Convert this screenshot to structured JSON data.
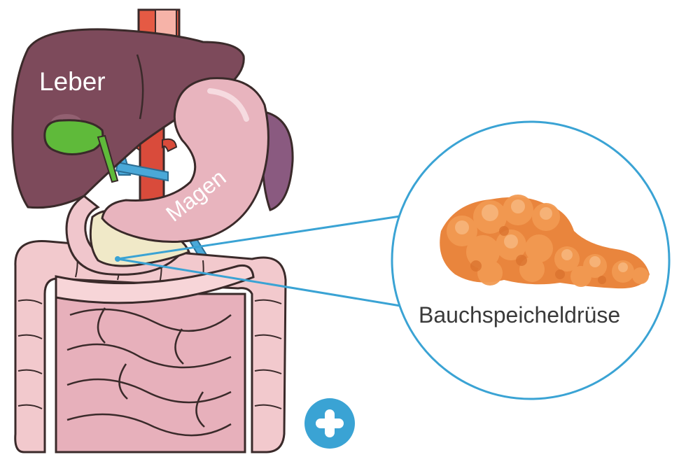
{
  "labels": {
    "liver": "Leber",
    "stomach": "Magen",
    "pancreas": "Bauchspeicheldrüse"
  },
  "icons": {
    "logo": "medical-cross-logo-icon"
  },
  "colors": {
    "accent_blue": "#3aa3d4",
    "liver": "#7d4a5b",
    "stomach": "#e8b4be",
    "intestine": "#f2c9cd",
    "gallbladder": "#5fba3a",
    "pancreas": "#e9853d",
    "pancreas_inset": "#f0e9c8",
    "aorta": "#d94b3b",
    "veins": "#4aa8d8"
  }
}
